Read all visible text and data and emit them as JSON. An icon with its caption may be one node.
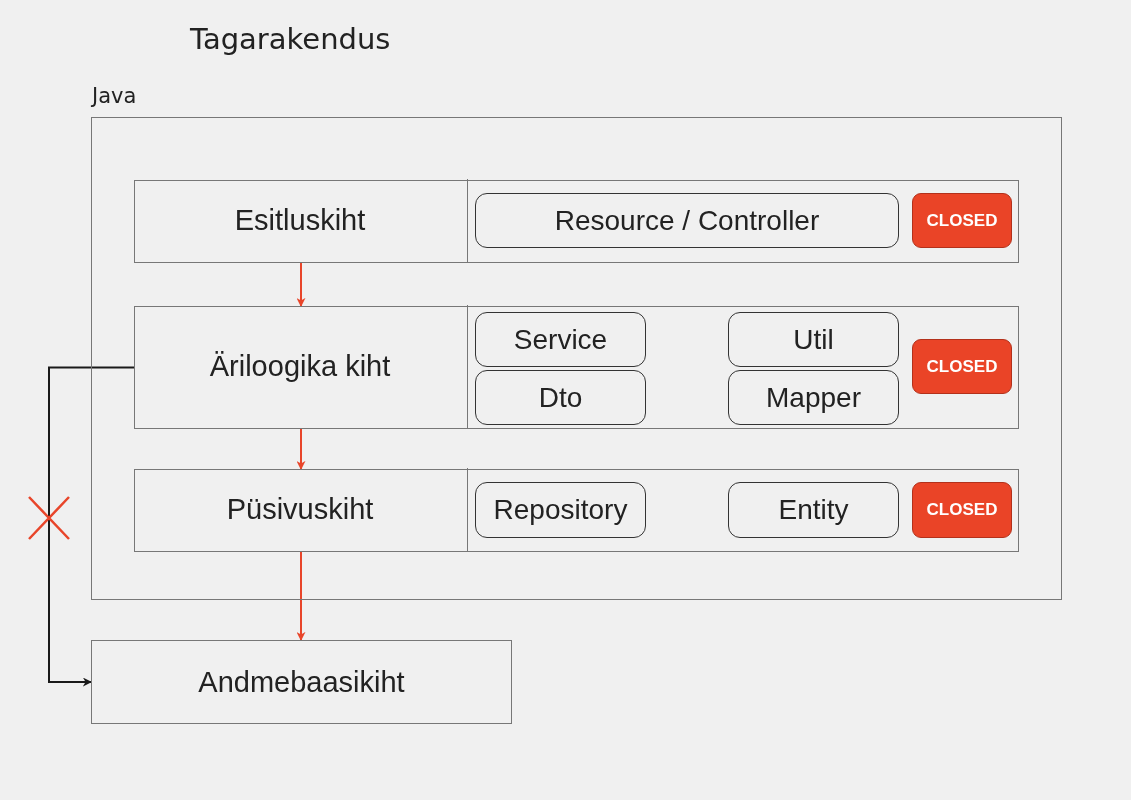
{
  "diagram": {
    "title": "Tagarakendus",
    "nodes": [
      {
        "text": [
          "Java"
        ]
      },
      {
        "text": [],
        "shape": "box",
        "in": 0
      },
      {
        "text": [
          "Esitluskiht"
        ],
        "in": 1
      },
      {
        "text": [
          "Resource / Controller"
        ],
        "in": 1
      },
      {
        "text": [
          "CLOSED"
        ],
        "in": 1
      },
      {
        "text": [],
        "shape": "box",
        "in": 0
      },
      {
        "text": [
          "Äriloogika kiht"
        ],
        "in": 5
      },
      {
        "text": [
          "Service"
        ],
        "in": 5
      },
      {
        "text": [
          "Util"
        ],
        "in": 5
      },
      {
        "text": [
          "Dto"
        ],
        "in": 5
      },
      {
        "text": [
          "Mapper"
        ],
        "in": 5
      },
      {
        "text": [
          "CLOSED"
        ],
        "in": 5
      },
      {
        "text": [],
        "shape": "box",
        "in": 0
      },
      {
        "text": [
          "Püsivuskiht"
        ],
        "in": 12
      },
      {
        "text": [
          "Repository"
        ],
        "in": 12
      },
      {
        "text": [
          "Entity"
        ],
        "in": 12
      },
      {
        "text": [
          "CLOSED"
        ],
        "in": 12
      },
      {
        "text": [
          "Andmebaasikiht"
        ]
      }
    ],
    "edges": [
      {
        "from": 2,
        "to": 6,
        "arrow": "to"
      },
      {
        "from": 6,
        "to": 13,
        "arrow": "to"
      },
      {
        "from": 13,
        "to": 17,
        "arrow": "to"
      },
      {
        "from": 6,
        "to": 17,
        "arrow": "to",
        "color": "#1a1a1a"
      }
    ]
  }
}
